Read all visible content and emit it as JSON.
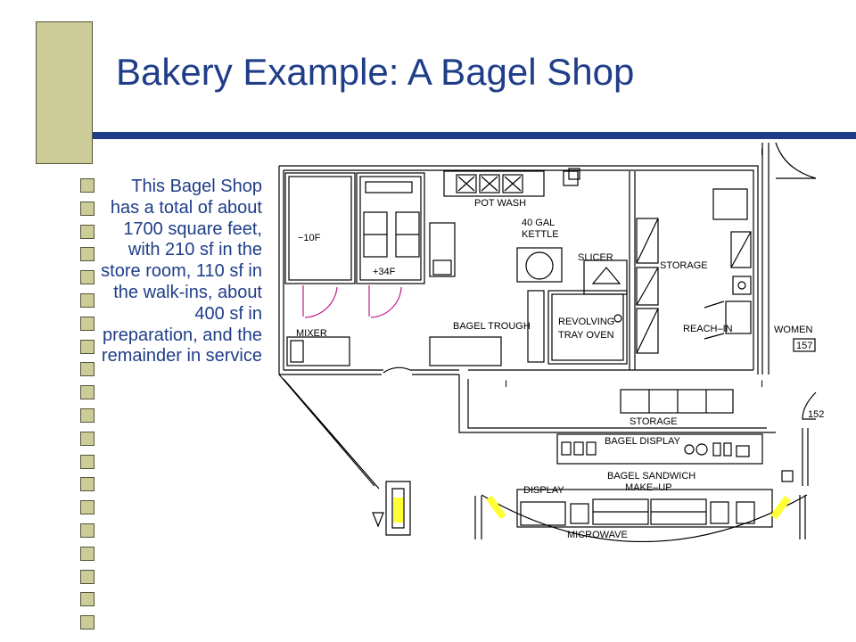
{
  "slide": {
    "title": "Bakery Example: A Bagel Shop",
    "body_text": "This Bagel Shop has a total of about 1700 square feet, with 210 sf in the store room, 110 sf in the walk-ins, about 400 sf in preparation, and the remainder in service",
    "accent_color": "#1f3d88",
    "deco_color": "#cccc99"
  },
  "plan": {
    "labels": {
      "freezer": "−10F",
      "cooler": "+34F",
      "pot_wash": "POT WASH",
      "kettle_1": "40 GAL",
      "kettle_2": "KETTLE",
      "slicer": "SLICER",
      "storage_right": "STORAGE",
      "mixer": "MIXER",
      "bagel_trough": "BAGEL TROUGH",
      "oven_1": "REVOLVING",
      "oven_2": "TRAY OVEN",
      "reach_in": "REACH–IN",
      "women": "WOMEN",
      "room_157": "157",
      "room_152": "152",
      "storage_bottom": "STORAGE",
      "bagel_display": "BAGEL DISPLAY",
      "sandwich_1": "BAGEL SANDWICH",
      "sandwich_2": "MAKE–UP",
      "display": "DISPLAY",
      "microwave": "MICROWAVE"
    }
  }
}
